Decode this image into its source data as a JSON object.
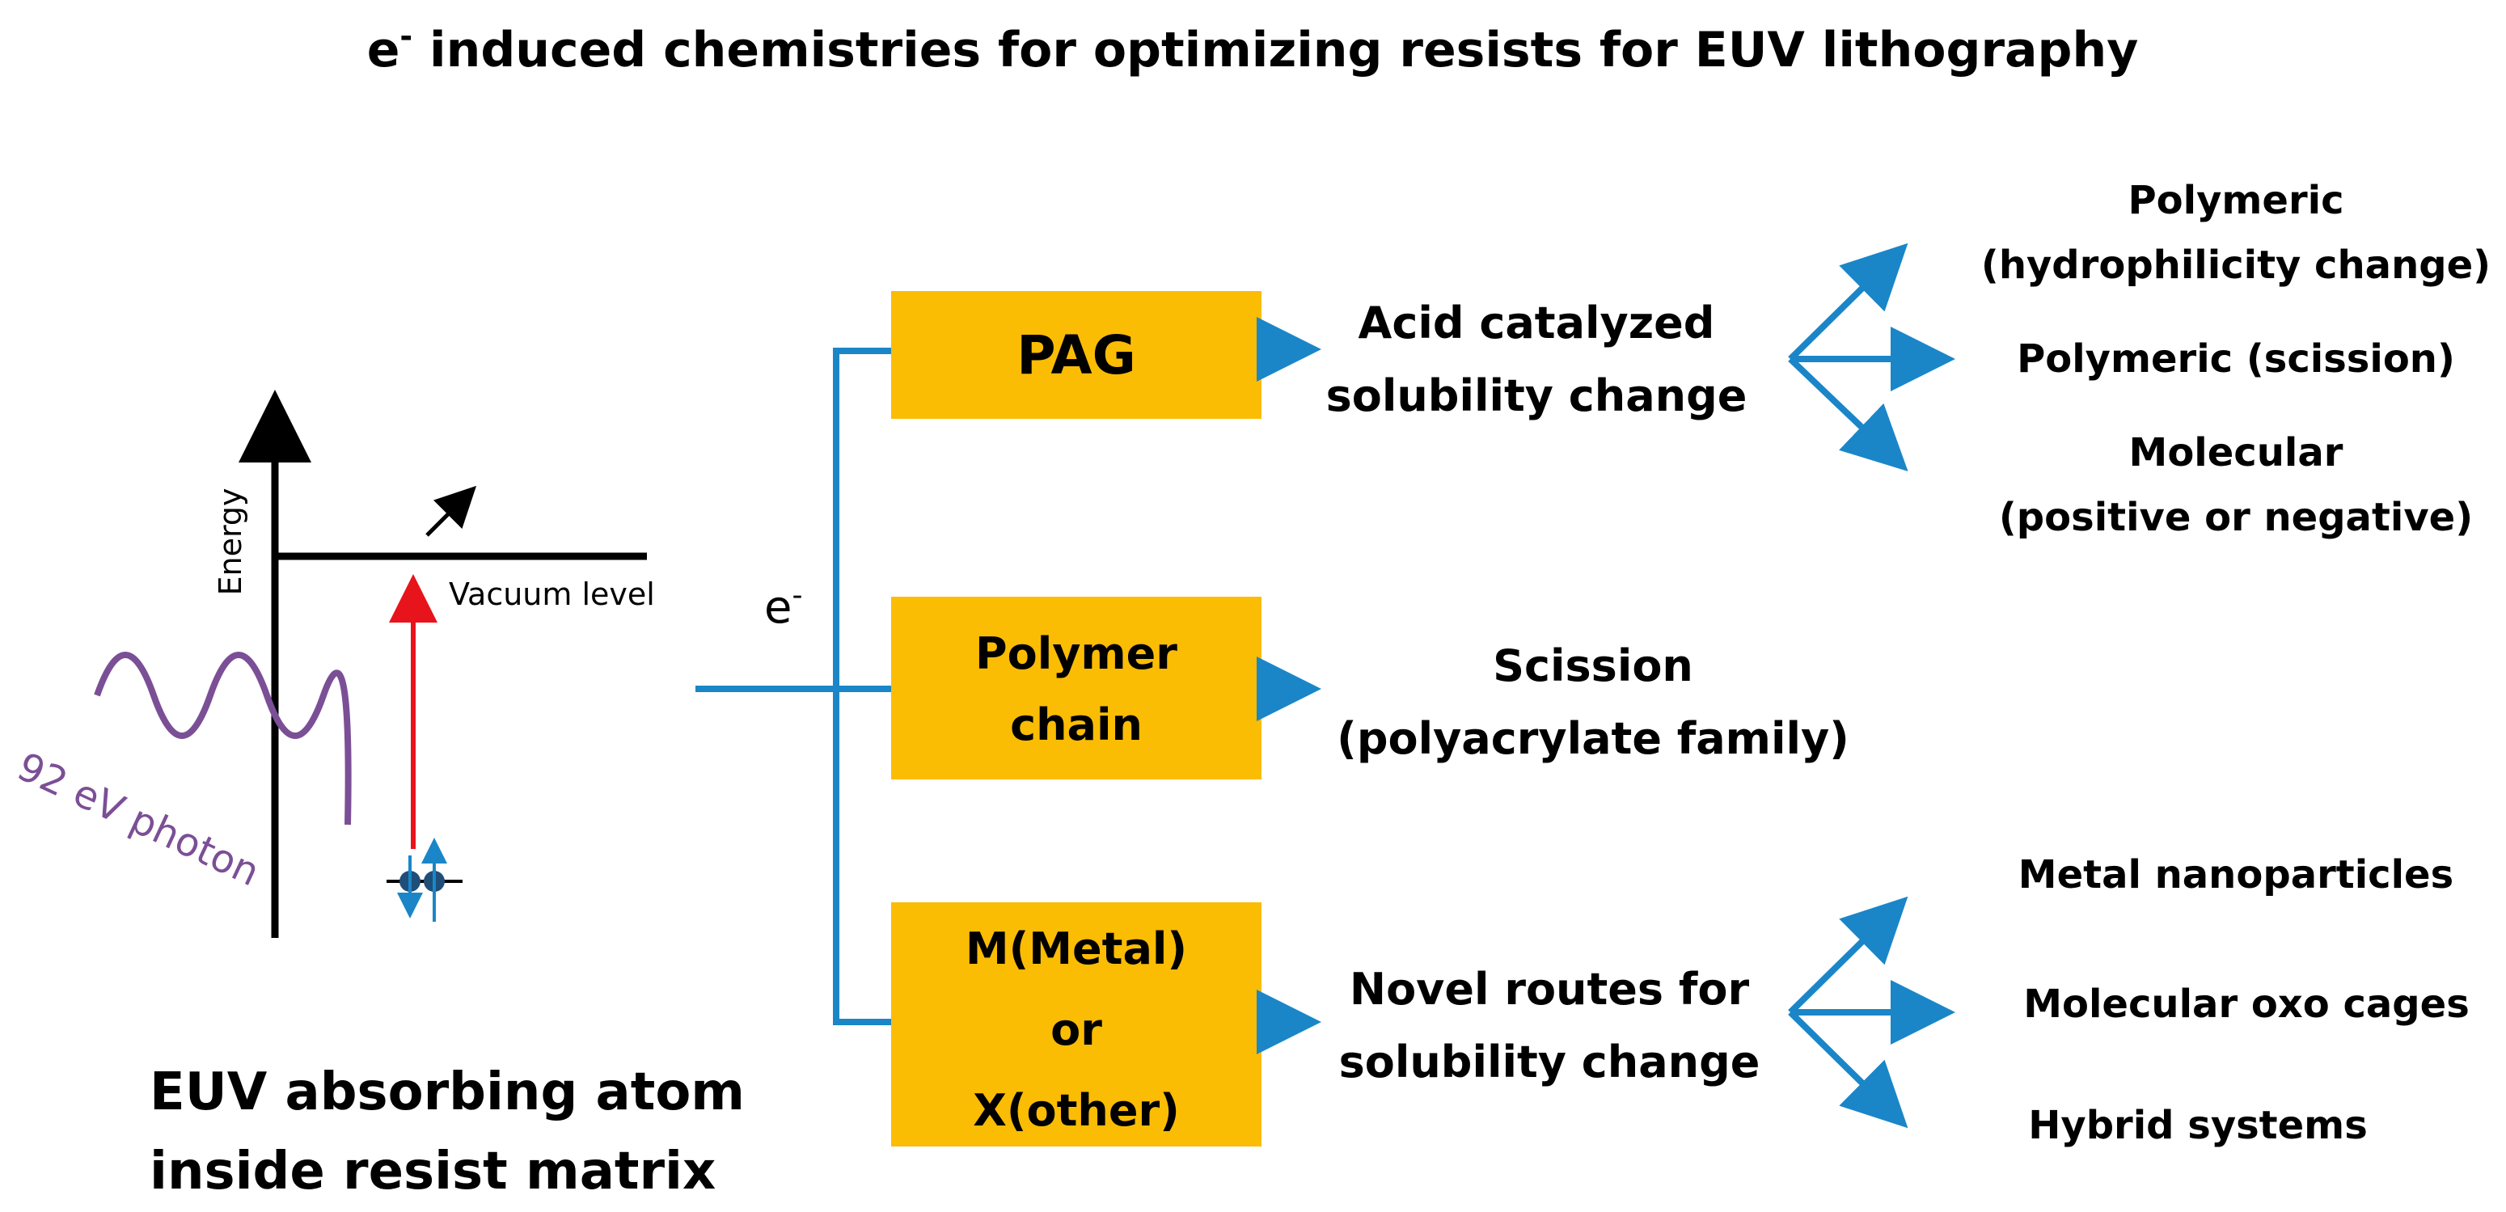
{
  "title": {
    "main": " induced chemistries for optimizing resists for EUV lithography"
  },
  "energy_diagram": {
    "axis_label": "Energy",
    "vacuum_label": "Vacuum level",
    "photon_label": "92 eV photon",
    "caption_line1": "EUV absorbing atom",
    "caption_line2": "inside resist matrix"
  },
  "electron_label": "e",
  "boxes": [
    {
      "lines": [
        "PAG"
      ]
    },
    {
      "lines": [
        "Polymer",
        "chain"
      ]
    },
    {
      "lines": [
        "M(Metal)",
        "or",
        "X(other)"
      ]
    }
  ],
  "mechanisms": [
    {
      "lines": [
        "Acid catalyzed",
        "solubility change"
      ]
    },
    {
      "lines": [
        "Scission",
        "(polyacrylate family)"
      ]
    },
    {
      "lines": [
        "Novel routes for",
        "solubility change"
      ]
    }
  ],
  "outcomes_acid": [
    {
      "lines": [
        "Polymeric",
        "(hydrophilicity change)"
      ]
    },
    {
      "lines": [
        "Polymeric (scission)"
      ]
    },
    {
      "lines": [
        "Molecular",
        "(positive or negative)"
      ]
    }
  ],
  "outcomes_novel": [
    {
      "lines": [
        "Metal nanoparticles"
      ]
    },
    {
      "lines": [
        "Molecular oxo cages"
      ]
    },
    {
      "lines": [
        "Hybrid systems"
      ]
    }
  ],
  "colors": {
    "box": "#fbbc04",
    "arrow": "#1a86c8",
    "photon": "#7b4f96",
    "excitation": "#e8141b",
    "electron": "#1f4e79"
  }
}
